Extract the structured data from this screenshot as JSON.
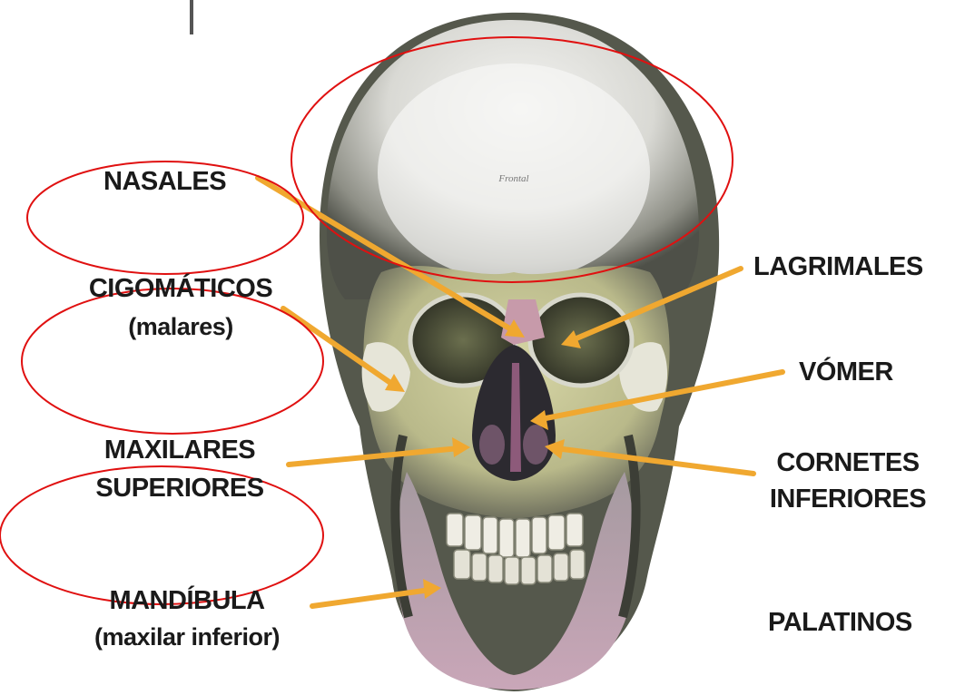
{
  "labels": {
    "nasales": "NASALES",
    "cigomaticos": "CIGOMÁTICOS",
    "cigomaticos_sub": "(malares)",
    "maxilares": "MAXILARES",
    "maxilares_sub": "SUPERIORES",
    "mandibula": "MANDÍBULA",
    "mandibula_sub": "(maxilar inferior)",
    "lagrimales": "LAGRIMALES",
    "vomer": "VÓMER",
    "cornetes": "CORNETES",
    "cornetes_sub": "INFERIORES",
    "palatinos": "PALATINOS",
    "frontal": "Frontal"
  },
  "colors": {
    "arrow": "#f0a830",
    "circle": "#e01010",
    "bone": "#e8e6e0",
    "bone_shadow": "#6e7064",
    "maxilla": "#c9c98a",
    "mandible_tint": "#c7a4b4",
    "text": "#1a1a1a"
  }
}
